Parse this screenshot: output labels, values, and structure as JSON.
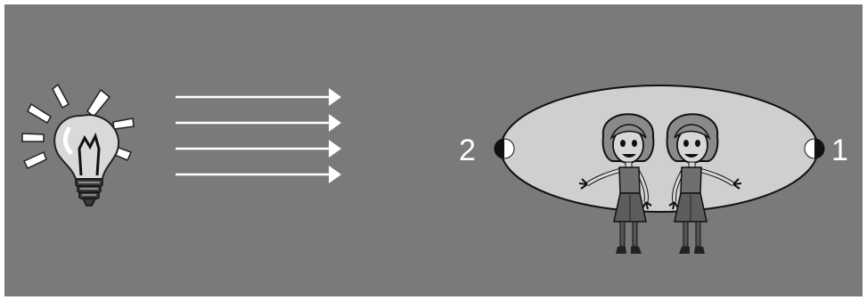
{
  "diagram": {
    "bulb": {
      "icon": "light-bulb-icon"
    },
    "light_rays": {
      "count": 4,
      "direction": "right"
    },
    "ellipse": {
      "fill": "#cfcfcf"
    },
    "observers": [
      {
        "label": "2",
        "side": "left"
      },
      {
        "label": "1",
        "side": "right"
      }
    ],
    "figures": {
      "icon": "twin-girls-icon",
      "count": 2
    }
  },
  "colors": {
    "background": "#7a7a7a",
    "ellipse_fill": "#cfcfcf",
    "rays": "#ffffff"
  }
}
